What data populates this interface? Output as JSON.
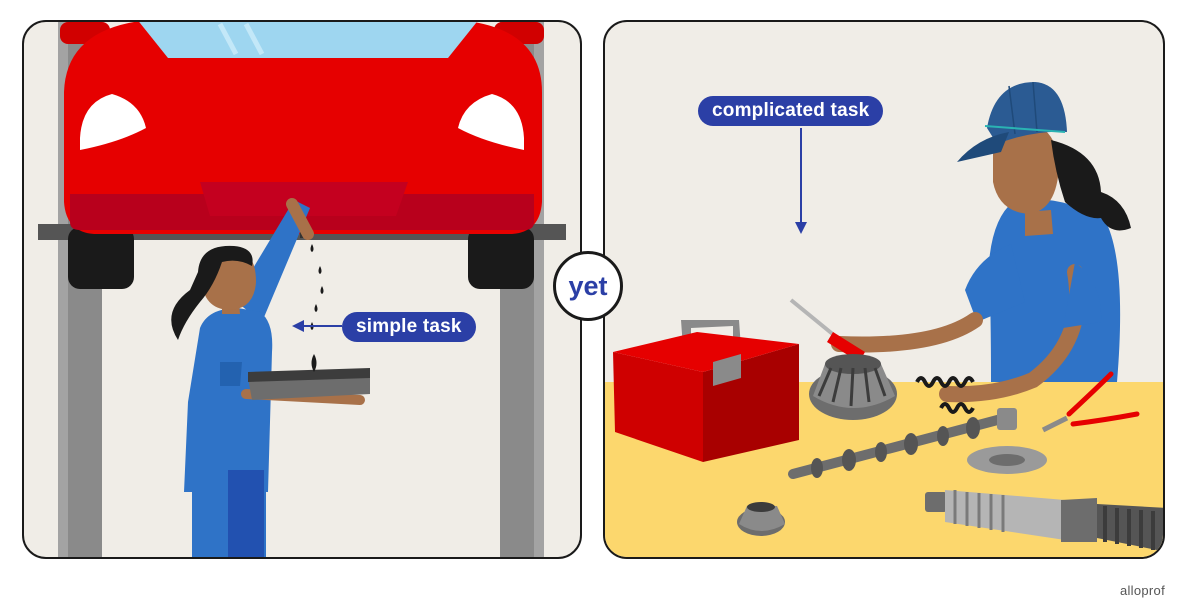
{
  "labels": {
    "simple_task": "simple task",
    "complicated_task": "complicated task",
    "connector": "yet"
  },
  "brand": "alloprof",
  "icons": [
    "car-icon",
    "lift-icon",
    "oil-pan-icon",
    "mechanic-icon",
    "toolbox-icon",
    "screwdriver-icon",
    "pliers-icon",
    "camshaft-icon",
    "gear-icon",
    "spring-icon",
    "spark-plug-icon"
  ],
  "colors": {
    "label_bg": "#2b3fa6",
    "car_red": "#e60000",
    "uniform_blue": "#2f73c7",
    "background": "#f0ede7",
    "workbench": "#fcd76d"
  }
}
